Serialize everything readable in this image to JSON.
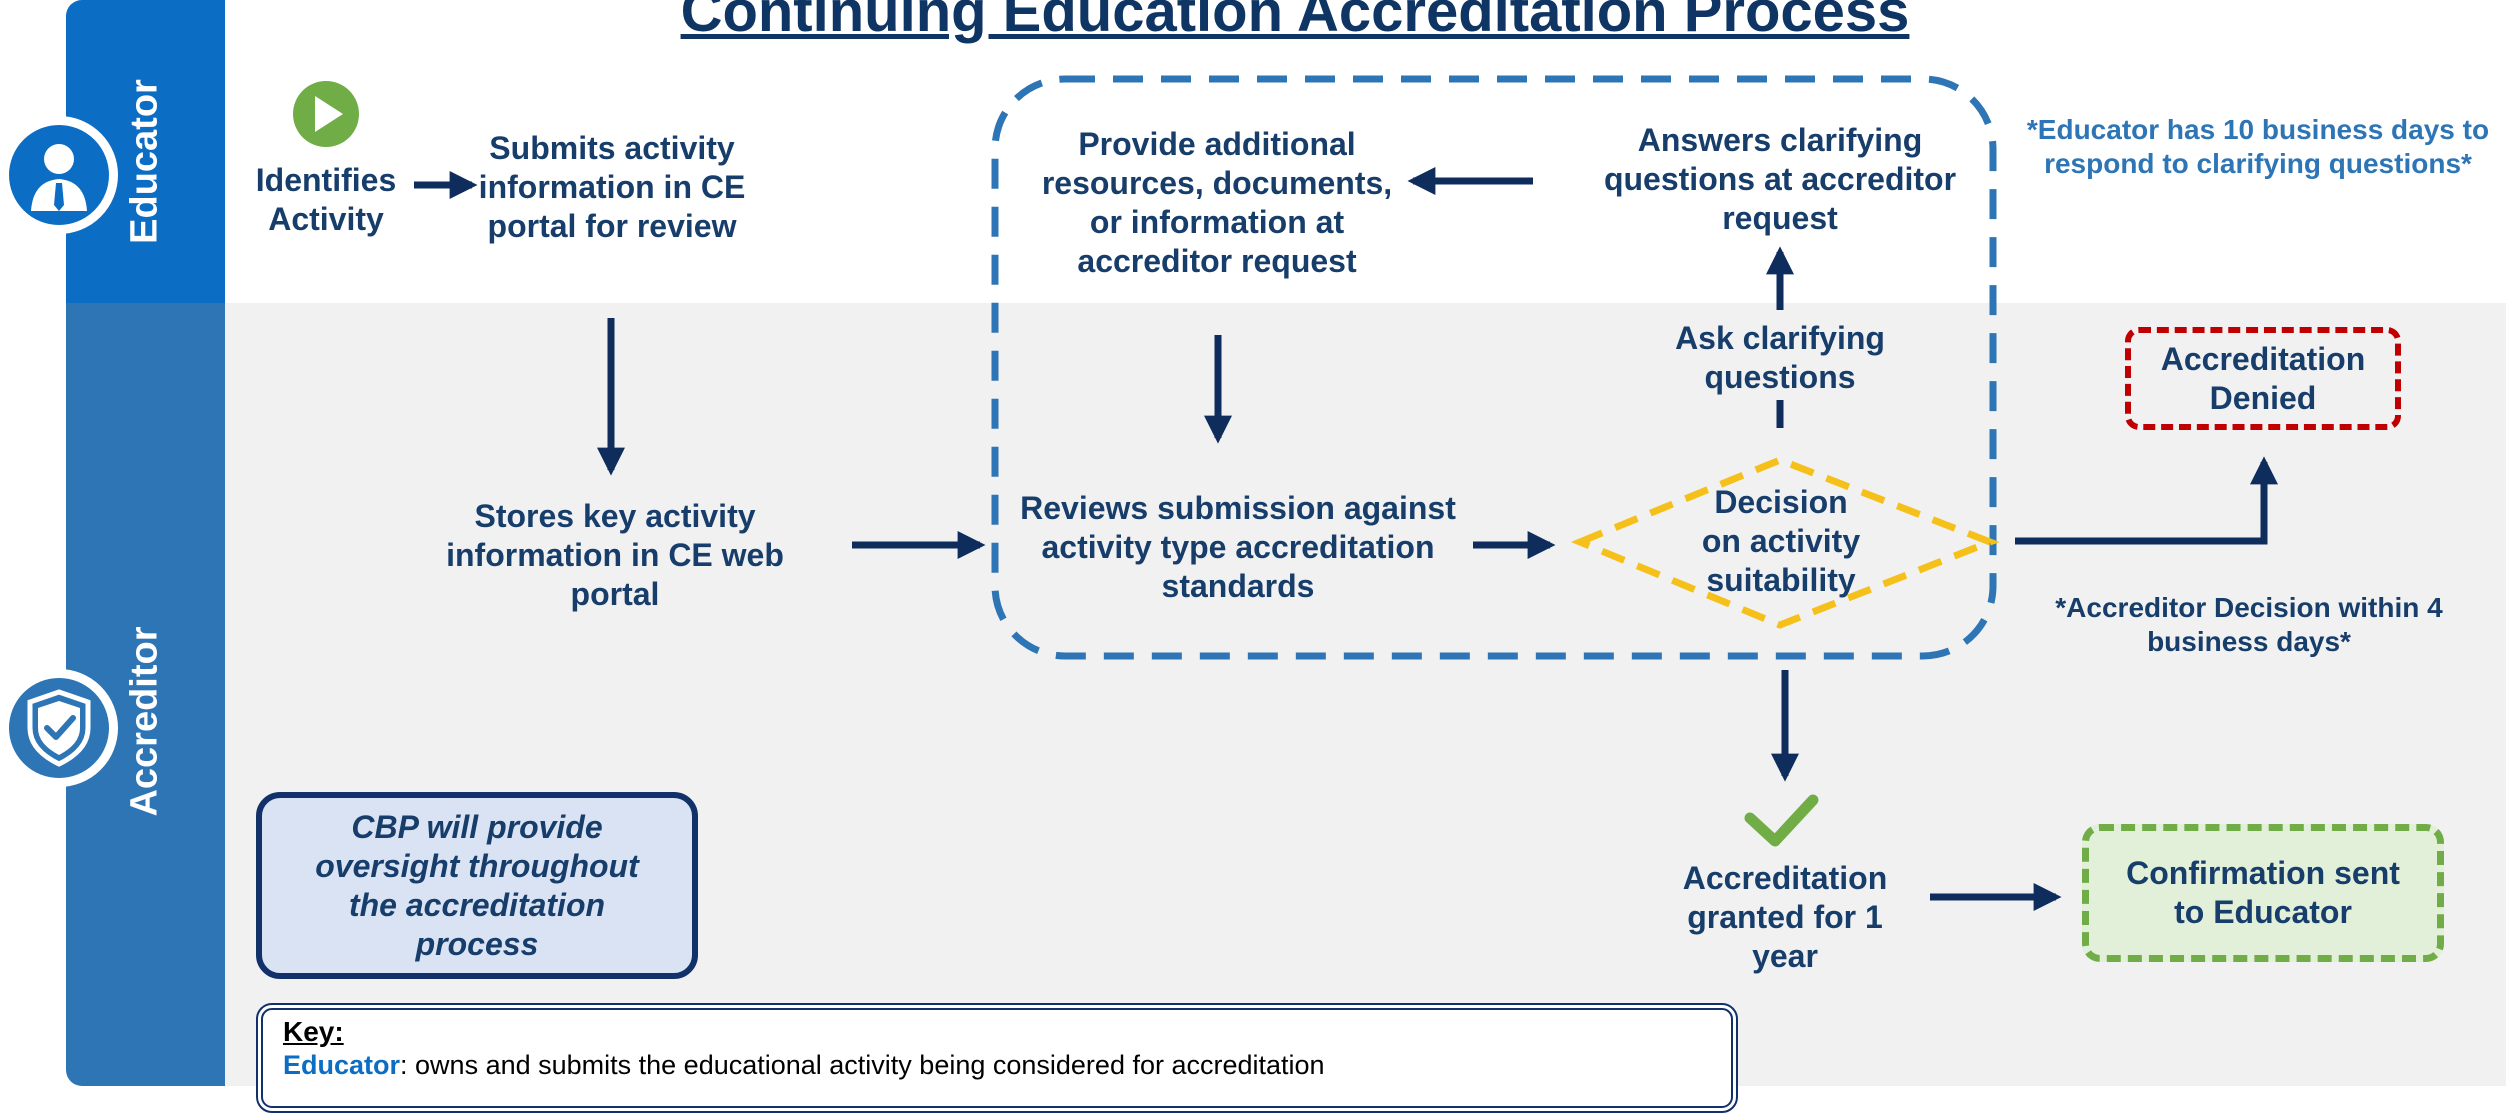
{
  "title": "Continuing Education Accreditation Process",
  "lanes": {
    "educator": "Educator",
    "accreditor": "Accreditor"
  },
  "steps": {
    "identifies": "Identifies Activity",
    "submits": "Submits activity information in CE portal for review",
    "stores": "Stores key activity information in CE web portal",
    "reviews": "Reviews submission against activity type accreditation standards",
    "decision": "Decision on activity suitability",
    "ask": "Ask clarifying questions",
    "answers": "Answers clarifying questions at accreditor request",
    "provide": "Provide additional resources, documents, or information at accreditor request",
    "denied": "Accreditation Denied",
    "granted": "Accreditation granted for 1 year",
    "confirmation": "Confirmation sent to Educator"
  },
  "notes": {
    "educator_days": "*Educator has 10 business days to respond to clarifying questions*",
    "accreditor_days": "*Accreditor Decision within 4 business days*",
    "cbp": "CBP will provide oversight throughout the accreditation process"
  },
  "key": {
    "title": "Key:",
    "educator_term": "Educator",
    "educator_def": ": owns and submits the educational activity being considered for accreditation"
  },
  "colors": {
    "educator_lane": "#0b6ec4",
    "accreditor_lane": "#2e75b6",
    "text_navy": "#173d6b",
    "loop_dash": "#2e75b6",
    "decision_dash": "#f5c01a",
    "denied_dash": "#c00000",
    "confirm_dash": "#70ad47",
    "start_icon": "#70ad47"
  },
  "icons": {
    "educator": "person-icon",
    "accreditor": "shield-check-icon",
    "start": "play-icon",
    "granted": "checkmark-icon"
  }
}
